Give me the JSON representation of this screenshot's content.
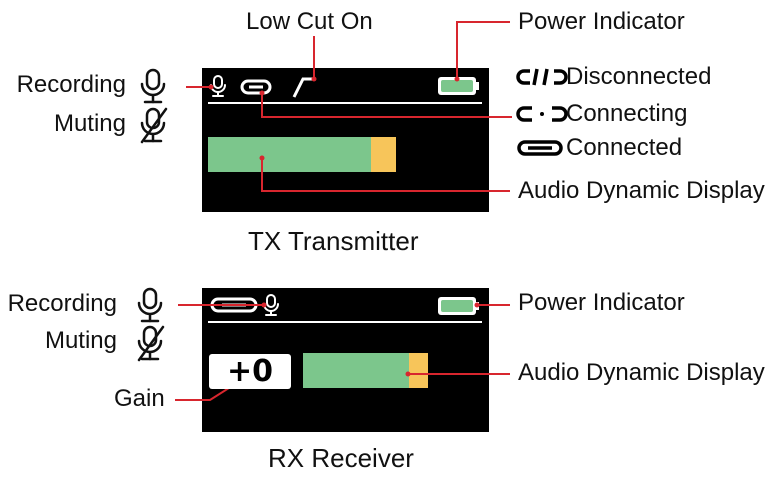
{
  "colors": {
    "screen": "#000000",
    "white": "#ffffff",
    "leader": "#d8262e",
    "meter_green": "#7cc68c",
    "meter_peak": "#f7c55a",
    "battery": "#7cc68c",
    "text": "#111111"
  },
  "tx": {
    "title": "TX Transmitter",
    "labels": {
      "recording": "Recording",
      "muting": "Muting",
      "low_cut": "Low Cut On",
      "power": "Power Indicator",
      "audio": "Audio Dynamic Display"
    },
    "legend": {
      "disconnected": "Disconnected",
      "connecting": "Connecting",
      "connected": "Connected"
    },
    "icons": [
      "mic-icon",
      "mic-muted-icon",
      "link-icon",
      "low-cut-icon",
      "battery-icon",
      "link-disconnected-icon",
      "link-connecting-icon",
      "link-connected-icon"
    ]
  },
  "rx": {
    "title": "RX Receiver",
    "labels": {
      "recording": "Recording",
      "muting": "Muting",
      "gain": "Gain",
      "power": "Power Indicator",
      "audio": "Audio Dynamic Display"
    },
    "gain_value": "+0",
    "icons": [
      "mic-icon",
      "mic-muted-icon",
      "link-icon",
      "battery-icon"
    ]
  }
}
